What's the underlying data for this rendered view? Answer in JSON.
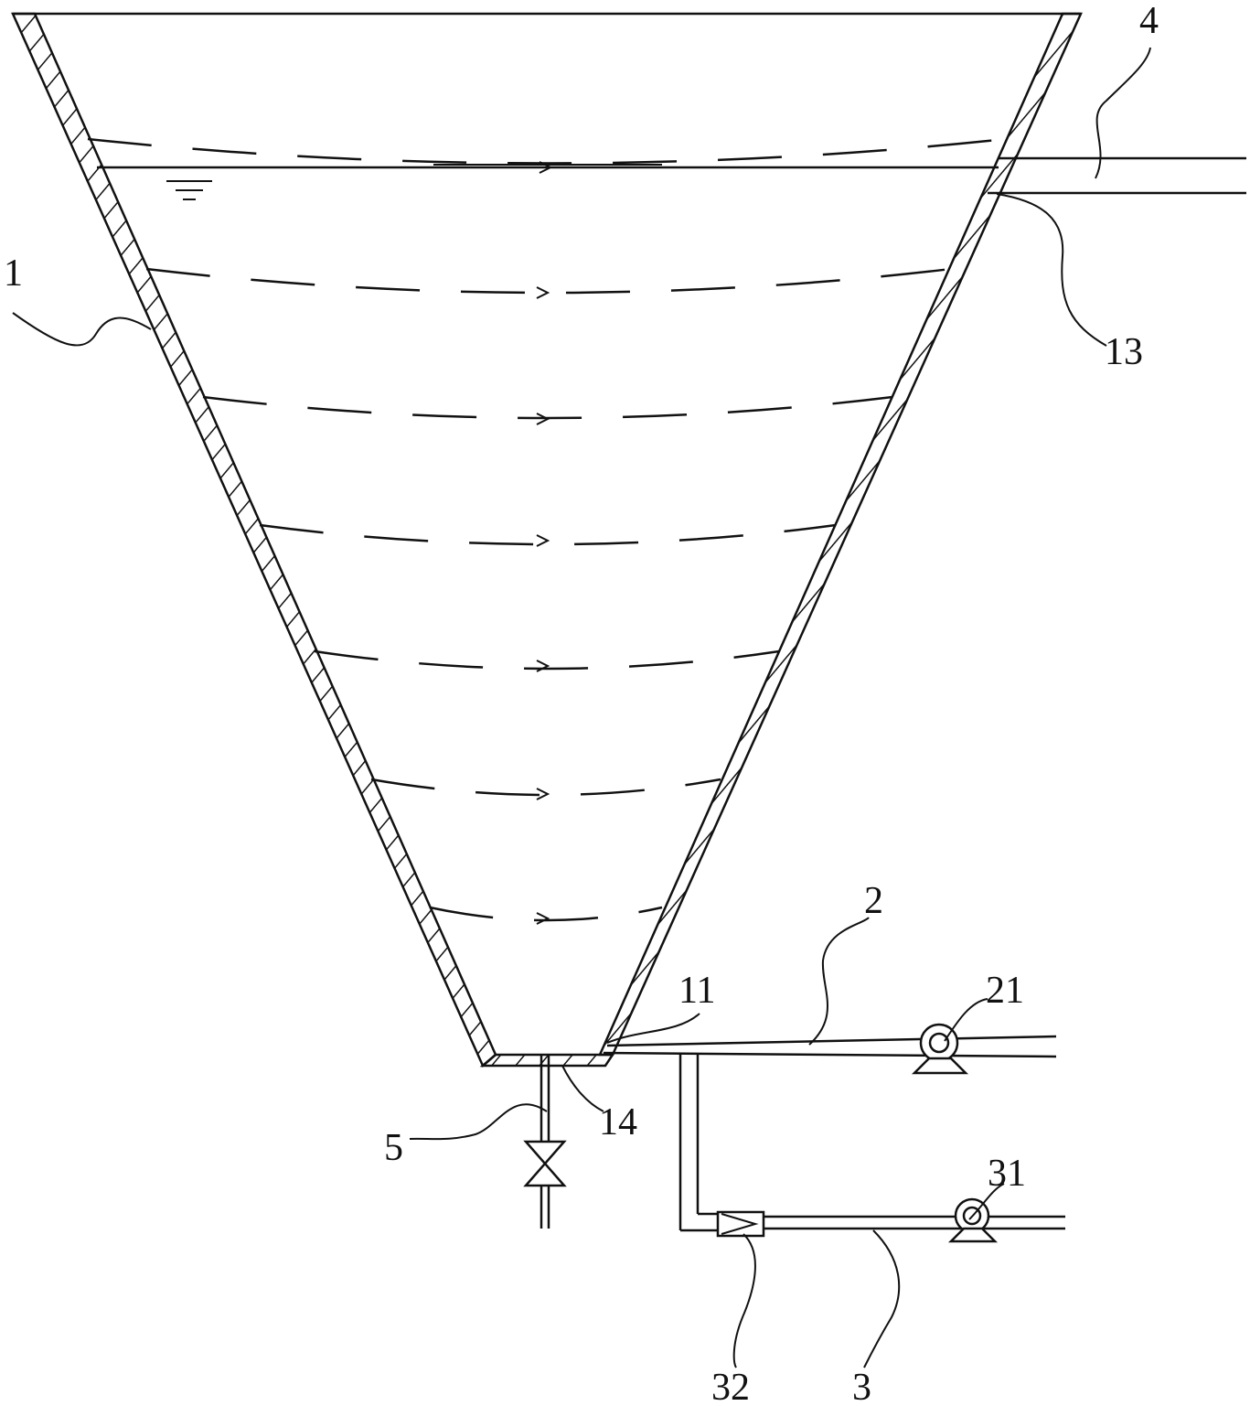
{
  "labels": {
    "tank": "1",
    "inlet_pipe": "2",
    "feed_pipe": "3",
    "outlet_pipe": "4",
    "drain_pipe": "5",
    "inlet_port": "11",
    "overflow_port": "13",
    "drain_port": "14",
    "inlet_pump": "21",
    "feed_pump": "31",
    "mixer": "32"
  }
}
